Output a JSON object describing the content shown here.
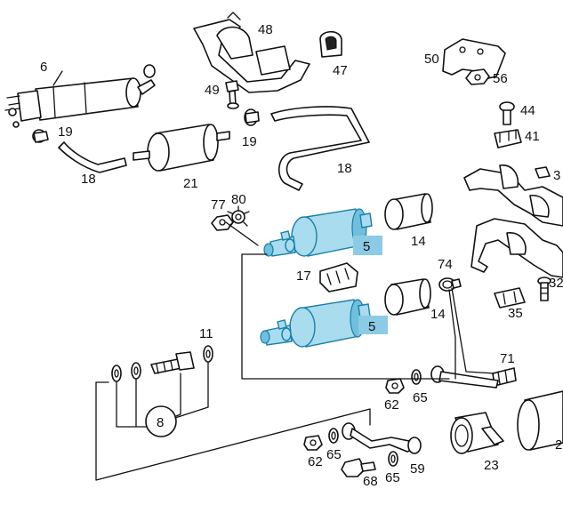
{
  "diagram": {
    "labels": {
      "p6": "6",
      "p19a": "19",
      "p18a": "18",
      "p21": "21",
      "p19b": "19",
      "p18b": "18",
      "p48": "48",
      "p47": "47",
      "p49": "49",
      "p50": "50",
      "p56": "56",
      "p44": "44",
      "p41": "41",
      "p3": "3",
      "p77": "77",
      "p80": "80",
      "p5a": "5",
      "p14a": "14",
      "p17": "17",
      "p74": "74",
      "p5b": "5",
      "p14b": "14",
      "p32": "32",
      "p35": "35",
      "p11": "11",
      "p8": "8",
      "p71": "71",
      "p62a": "62",
      "p65a": "65",
      "p62b": "62",
      "p65b": "65",
      "p68": "68",
      "p65c": "65",
      "p59": "59",
      "p23": "23",
      "p2": "2"
    },
    "highlight_color": "#a9dcef",
    "label_highlight_color": "#8ccbe6"
  }
}
